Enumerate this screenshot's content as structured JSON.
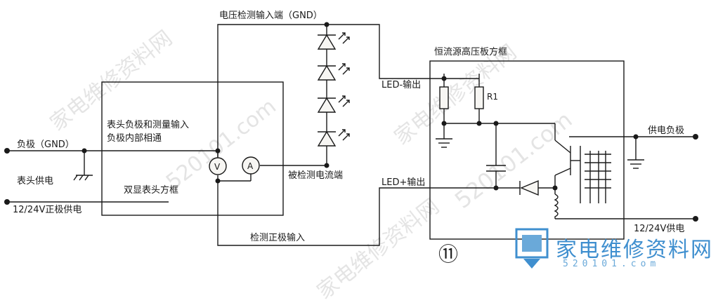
{
  "labels": {
    "voltage_detect_top": "电压检测输入端（GND）",
    "constant_current_box": "恒流源高压板方框",
    "neg_gnd": "负极（GND）",
    "meter_power": "表头供电",
    "pos_supply": "12/24V正极供电",
    "meter_common": "表头负极和测量输入\n负极内部相通",
    "dual_display_box": "双显表头方框",
    "detected_current": "被检测电流端",
    "detect_positive_input": "检测正极输入",
    "led_minus": "LED-输出",
    "led_plus": "LED+输出",
    "r1": "R1",
    "supply_negative": "供电负极",
    "supply_24v": "12/24V供电",
    "volt_symbol": "V",
    "amp_symbol": "A",
    "figure_number": "⑪"
  },
  "watermark": {
    "text_cn": "家电维修资料网",
    "text_url": "520101.com",
    "logo_title": "家电维修资料网",
    "logo_sub": "520101.com"
  },
  "colors": {
    "ink": "#1a1a1a",
    "paper": "#f7f6f3",
    "watermark": "#cfcfcf",
    "logo_blue": "#3f8fcf"
  }
}
